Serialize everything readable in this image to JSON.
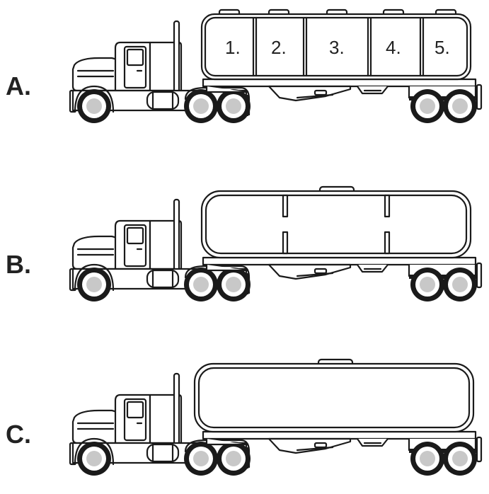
{
  "trucks": [
    {
      "label": "A.",
      "compartments": [
        "1.",
        "2.",
        "3.",
        "4.",
        "5."
      ],
      "tank": "compartmented"
    },
    {
      "label": "B.",
      "compartments": [],
      "tank": "baffled"
    },
    {
      "label": "C.",
      "compartments": [],
      "tank": "smooth-bore"
    }
  ],
  "colors": {
    "line": "#1a1a1a",
    "hub": "#c8c8c8",
    "background": "#ffffff"
  }
}
